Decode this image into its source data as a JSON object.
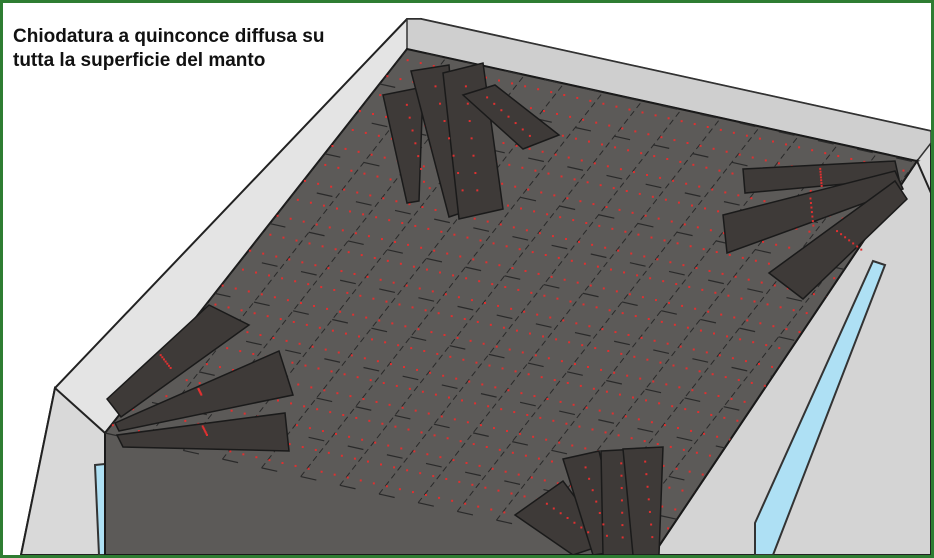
{
  "caption": "Chiodatura a quinconce diffusa su tutta la superficie del manto",
  "colors": {
    "frame": "#2e7d32",
    "roof_surface": "#5c5a58",
    "shingle_strip": "#3e3a38",
    "nail_marks": "#e03030",
    "parapet_face": "#e4e4e4",
    "parapet_top": "#cfcfcf",
    "window_glass": "#aee0f4"
  },
  "icons": [
    "roof-illustration",
    "nail-pattern",
    "shingle-strips"
  ]
}
